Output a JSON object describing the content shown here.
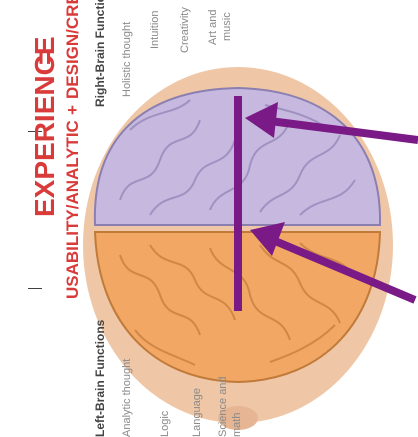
{
  "header": {
    "experience": "EXPERIENCE",
    "equals": "=",
    "usability": "USABILITY/ANALYTIC",
    "plus": "+",
    "design": "DESIGN/CREATIVE"
  },
  "left_panel": {
    "title": "Left-Brain Functions",
    "items": [
      "Analytic thought",
      "Logic",
      "Language",
      "Science and",
      "math"
    ]
  },
  "right_panel": {
    "title": "Right-Brain Functions",
    "items": [
      "Holistic thought",
      "Intuition",
      "Creativity",
      "Art and",
      "music"
    ]
  },
  "colors": {
    "title_red": "#d93a3a",
    "arrow_purple": "#7a1a86",
    "left_brain": "#f2a864",
    "right_brain": "#c7b8df",
    "skin": "#efc7a6",
    "text_gray": "#8a8a8a"
  }
}
